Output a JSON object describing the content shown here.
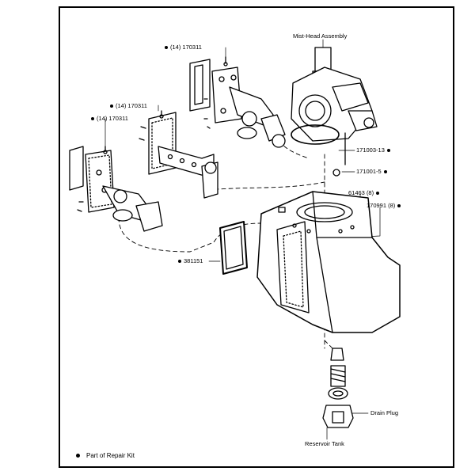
{
  "labels": {
    "mist_head_assembly": "Mist-Head Assembly",
    "p170311_top": "(14) 170311",
    "p170311_mid": "(14) 170311",
    "p170311_left": "(14) 170311",
    "p171003": "171003-13",
    "p171001": "171001-5",
    "p61463": "61463 (8)",
    "p170991": "170991 (8)",
    "p381151": "381151",
    "drain_plug": "Drain Plug",
    "reservoir_tank": "Reservoir Tank"
  },
  "legend": {
    "text": "Part of Repair Kit"
  },
  "colors": {
    "ink": "#000000",
    "paper": "#ffffff"
  }
}
